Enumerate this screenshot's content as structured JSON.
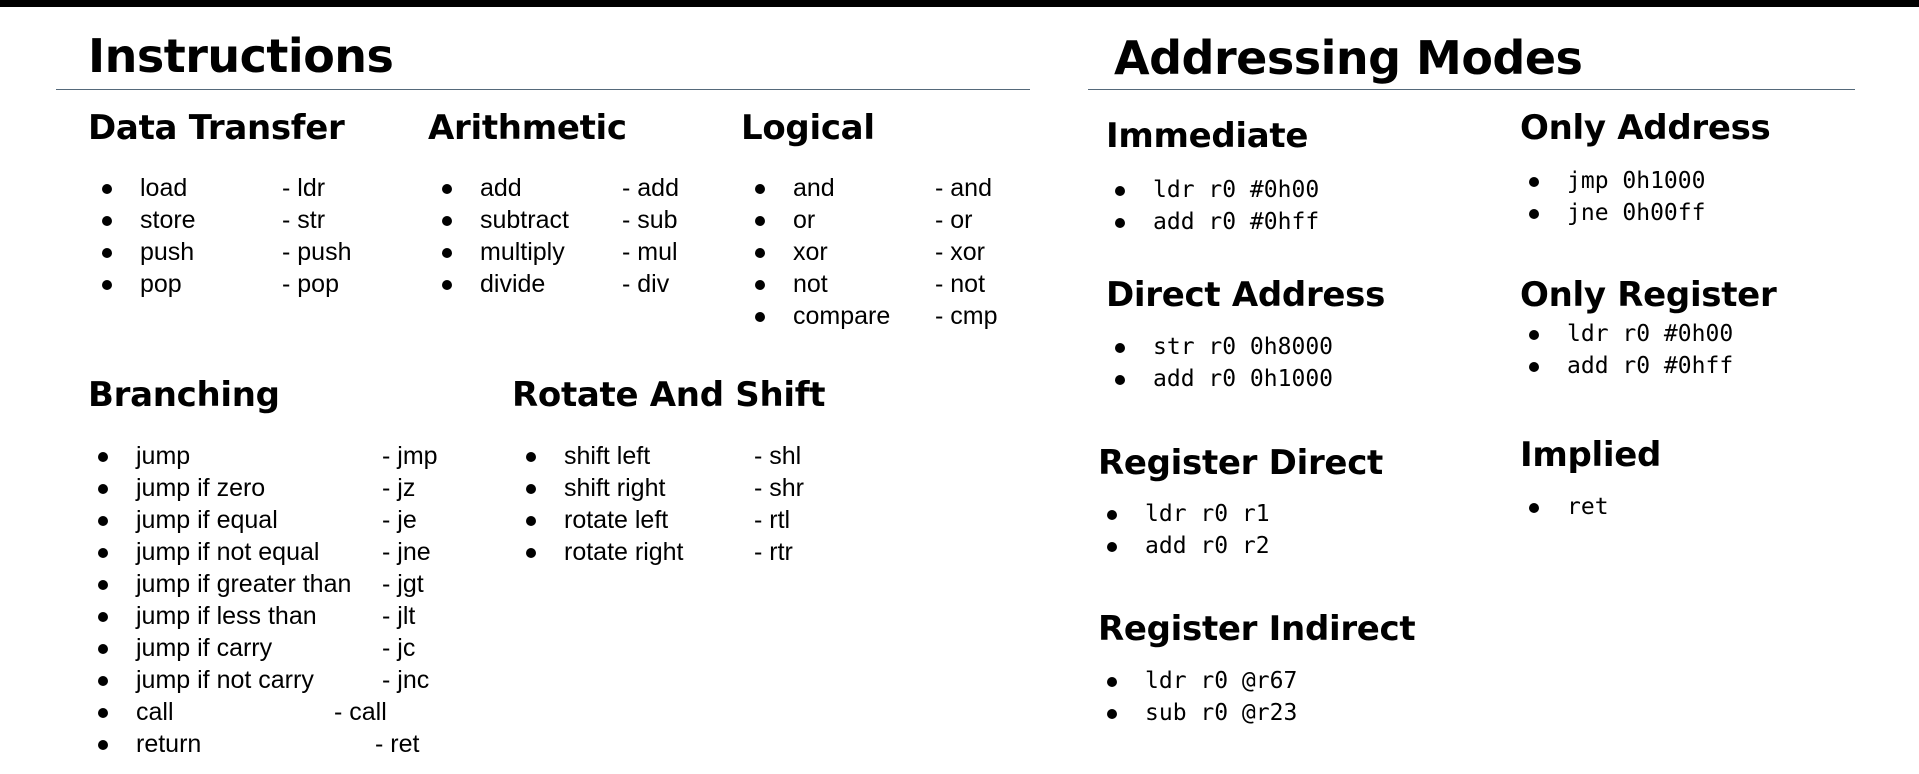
{
  "instructions": {
    "title": "Instructions",
    "data_transfer": {
      "title": "Data Transfer",
      "items": [
        {
          "name": "load",
          "mnemonic": "- ldr"
        },
        {
          "name": "store",
          "mnemonic": "- str"
        },
        {
          "name": "push",
          "mnemonic": "- push"
        },
        {
          "name": "pop",
          "mnemonic": "- pop"
        }
      ]
    },
    "arithmetic": {
      "title": "Arithmetic",
      "items": [
        {
          "name": "add",
          "mnemonic": "- add"
        },
        {
          "name": "subtract",
          "mnemonic": "- sub"
        },
        {
          "name": "multiply",
          "mnemonic": "- mul"
        },
        {
          "name": "divide",
          "mnemonic": "- div"
        }
      ]
    },
    "logical": {
      "title": "Logical",
      "items": [
        {
          "name": "and",
          "mnemonic": "- and"
        },
        {
          "name": "or",
          "mnemonic": "- or"
        },
        {
          "name": "xor",
          "mnemonic": "- xor"
        },
        {
          "name": "not",
          "mnemonic": "- not"
        },
        {
          "name": "compare",
          "mnemonic": "- cmp"
        }
      ]
    },
    "branching": {
      "title": "Branching",
      "items": [
        {
          "name": "jump",
          "mnemonic": "- jmp"
        },
        {
          "name": "jump if zero",
          "mnemonic": "- jz"
        },
        {
          "name": "jump if equal",
          "mnemonic": "- je"
        },
        {
          "name": "jump if not equal",
          "mnemonic": "- jne"
        },
        {
          "name": "jump if greater than",
          "mnemonic": "- jgt"
        },
        {
          "name": "jump if less than",
          "mnemonic": "- jlt"
        },
        {
          "name": "jump if carry",
          "mnemonic": "- jc"
        },
        {
          "name": "jump if not carry",
          "mnemonic": "- jnc"
        },
        {
          "name": "call",
          "mnemonic": "- call"
        },
        {
          "name": "return",
          "mnemonic": "- ret"
        }
      ]
    },
    "rotate_shift": {
      "title": "Rotate And Shift",
      "items": [
        {
          "name": "shift left",
          "mnemonic": "- shl"
        },
        {
          "name": "shift right",
          "mnemonic": "- shr"
        },
        {
          "name": "rotate left",
          "mnemonic": "- rtl"
        },
        {
          "name": "rotate right",
          "mnemonic": "- rtr"
        }
      ]
    }
  },
  "addressing_modes": {
    "title": "Addressing Modes",
    "immediate": {
      "title": "Immediate",
      "items": [
        "ldr r0 #0h00",
        "add r0 #0hff"
      ]
    },
    "direct_address": {
      "title": "Direct Address",
      "items": [
        "str r0 0h8000",
        "add r0 0h1000"
      ]
    },
    "register_direct": {
      "title": "Register Direct",
      "items": [
        "ldr r0 r1",
        "add r0 r2"
      ]
    },
    "register_indirect": {
      "title": "Register Indirect",
      "items": [
        "ldr r0 @r67",
        "sub r0 @r23"
      ]
    },
    "only_address": {
      "title": "Only Address",
      "items": [
        "jmp 0h1000",
        "jne 0h00ff"
      ]
    },
    "only_register": {
      "title": "Only Register",
      "items": [
        "ldr r0 #0h00",
        "add r0 #0hff"
      ]
    },
    "implied": {
      "title": "Implied",
      "items": [
        "ret"
      ]
    }
  }
}
